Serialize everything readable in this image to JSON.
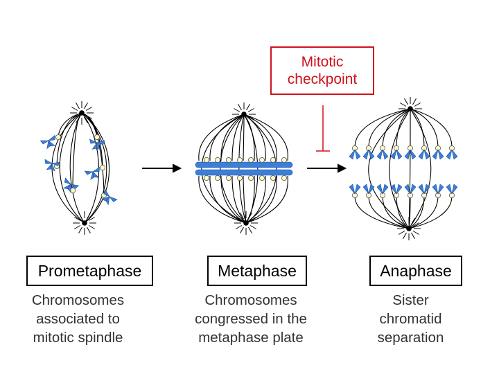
{
  "checkpoint": {
    "line1": "Mitotic",
    "line2": "checkpoint"
  },
  "phases": [
    {
      "title": "Prometaphase",
      "desc": [
        "Chromosomes",
        "associated to",
        "mitotic spindle"
      ]
    },
    {
      "title": "Metaphase",
      "desc": [
        "Chromosomes",
        "congressed in the",
        "metaphase plate"
      ]
    },
    {
      "title": "Anaphase",
      "desc": [
        "Sister",
        "chromatid",
        "separation"
      ]
    }
  ],
  "colors": {
    "chromosome": "#3b7fd9",
    "kinetochore": "#fff7c8",
    "checkpoint": "#d0121b",
    "line": "#000000"
  }
}
